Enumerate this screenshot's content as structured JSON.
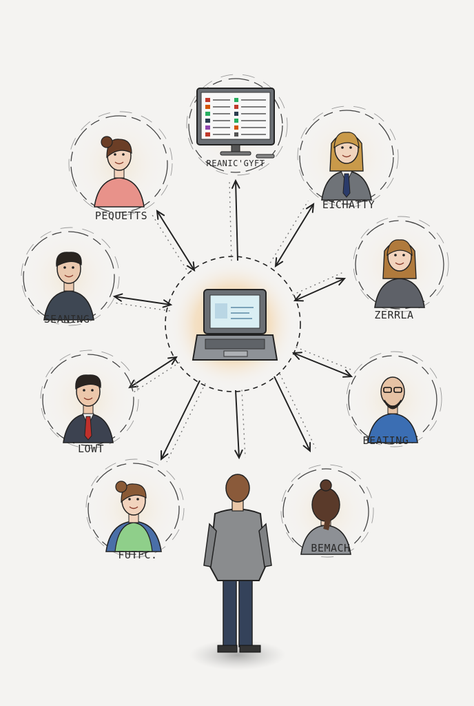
{
  "nodes": [
    {
      "id": "monitor",
      "label": "REANIC'GYFT",
      "kind": "monitor"
    },
    {
      "id": "woman-pink",
      "label": "PEQUETTS",
      "kind": "person",
      "skin": "#f2d3bd",
      "hair": "#6b3e26",
      "shirt": "#e8928a",
      "hair_style": "bun"
    },
    {
      "id": "blond-man",
      "label": "EICHATTY",
      "kind": "person",
      "skin": "#f1d4bd",
      "hair": "#c99a4a",
      "shirt": "#6f7378",
      "hair_style": "long",
      "tie": "#2a3b6a"
    },
    {
      "id": "dark-man",
      "label": "SEANING",
      "kind": "person",
      "skin": "#eac9af",
      "hair": "#2b2520",
      "shirt": "#3e4753",
      "hair_style": "short"
    },
    {
      "id": "blond-woman",
      "label": "ZERRLA",
      "kind": "person",
      "skin": "#f2d3bd",
      "hair": "#b07a3c",
      "shirt": "#5e6168",
      "hair_style": "long"
    },
    {
      "id": "tie-man",
      "label": "LOWT",
      "kind": "person",
      "skin": "#ecc7ab",
      "hair": "#2a2420",
      "shirt": "#3c4250",
      "hair_style": "short",
      "tie": "#c0302b"
    },
    {
      "id": "bald-man",
      "label": "BEATING",
      "kind": "person",
      "skin": "#e6c2a4",
      "hair": "#2a2420",
      "shirt": "#3b6eb3",
      "hair_style": "bald"
    },
    {
      "id": "green-woman",
      "label": "FUTFC.",
      "kind": "person",
      "skin": "#f2d3bd",
      "hair": "#8a5a36",
      "shirt": "#8fcf8a",
      "hair_style": "bun",
      "jacket": "#4a6fa8"
    },
    {
      "id": "back-woman",
      "label": "BEMACH",
      "kind": "person",
      "skin": "#f2d3bd",
      "hair": "#5a3a2a",
      "shirt": "#8d9095",
      "hair_style": "back"
    }
  ],
  "center": {
    "kind": "laptop"
  },
  "viewer": {
    "kind": "standing-person"
  }
}
